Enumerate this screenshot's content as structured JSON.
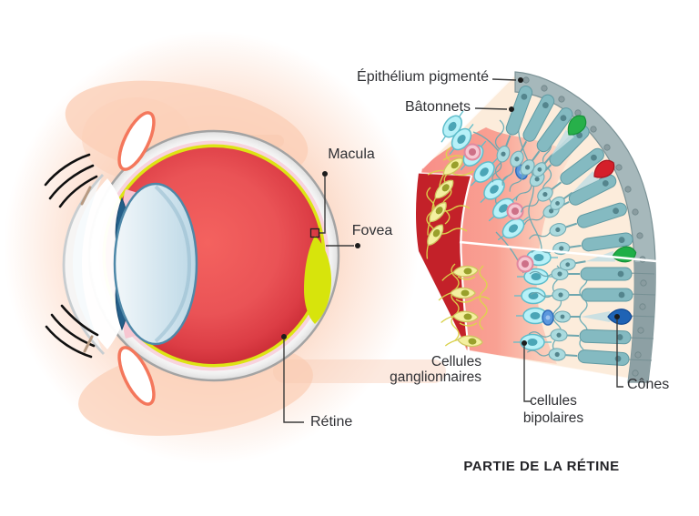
{
  "figure": {
    "title": "PARTIE DE LA RÉTINE",
    "eye_labels": {
      "macula": "Macula",
      "fovea": "Fovea",
      "retine": "Rétine"
    },
    "retina_labels": {
      "epithelium": "Épithélium pigmenté",
      "batonnets": "Bâtonnets",
      "ganglion_l1": "Cellules",
      "ganglion_l2": "ganglionnaires",
      "bipolar_l1": "cellules",
      "bipolar_l2": "bipolaires",
      "cones": "Cônes"
    },
    "colors": {
      "cone_green": "#27b04a",
      "cone_red": "#d41f2a",
      "cone_blue": "#1f63b5",
      "rod_teal": "#84bac1",
      "epithelium_gray": "#a6b8bb",
      "bipolar_cyan": "#b7f1f8",
      "ganglion_yellow": "#f4f0a0",
      "vitreous_red": "#e7504f",
      "retina_yellow": "#dde414",
      "skin_peach": "#fbd0b8",
      "text": "#2f3034"
    }
  }
}
